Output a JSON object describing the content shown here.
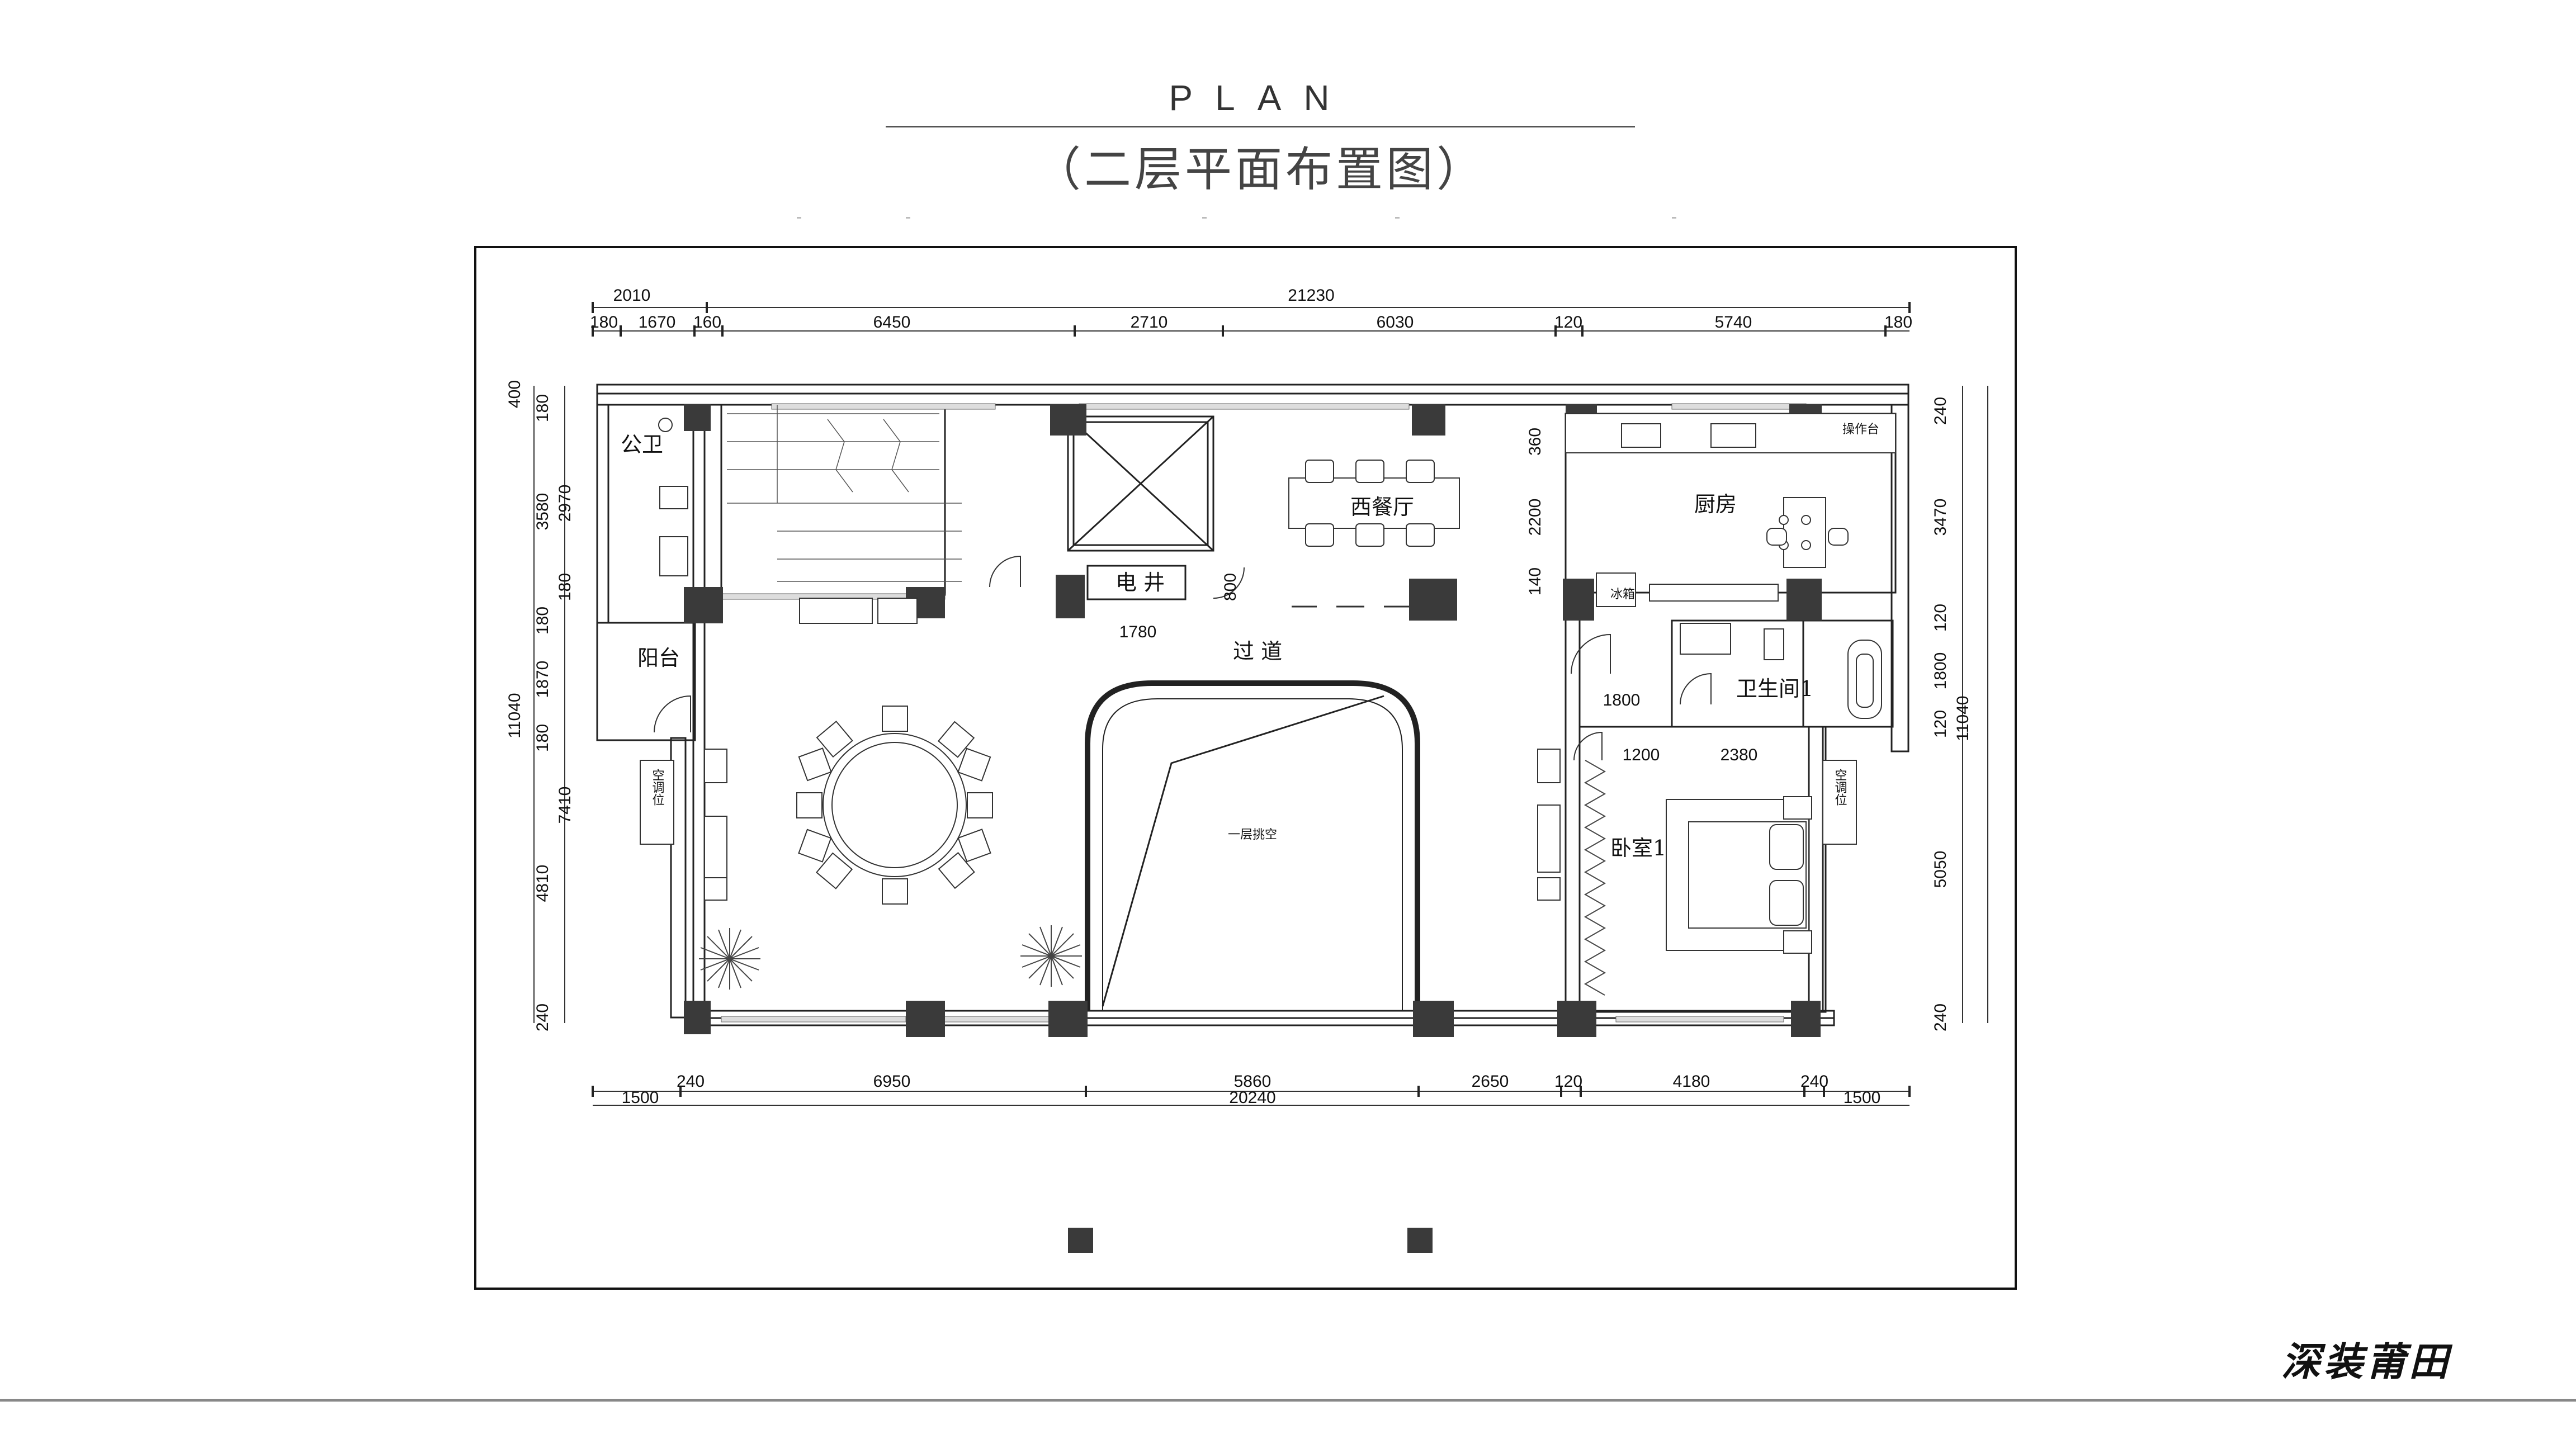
{
  "header": {
    "plan_label": "PLAN",
    "subtitle": "（二层平面布置图）"
  },
  "brand": "深装莆田",
  "rooms": {
    "public_wc": "公卫",
    "balcony": "阳台",
    "western_dining": "西餐厅",
    "kitchen": "厨房",
    "elec_shaft": "电 井",
    "corridor": "过 道",
    "bathroom1": "卫生间1",
    "bedroom1": "卧室1",
    "void": "一层挑空",
    "fridge": "冰箱",
    "counter": "操作台",
    "ac_left": "空调位",
    "ac_right": "空调位"
  },
  "dimensions": {
    "top_overall": "21230",
    "top_left_group": "2010",
    "top_row": [
      "180",
      "1670",
      "160",
      "6450",
      "2710",
      "6030",
      "120",
      "5740",
      "180"
    ],
    "left_col_outer": [
      "400",
      "3580",
      "11040"
    ],
    "left_col_inner": [
      "180",
      "2970",
      "180",
      "180",
      "1870",
      "180",
      "7410",
      "4810",
      "240"
    ],
    "right_col": [
      "240",
      "3470",
      "120",
      "1800",
      "120",
      "5050",
      "240"
    ],
    "right_overall": "11040",
    "bottom_row": [
      "240",
      "6950",
      "5860",
      "2650",
      "120",
      "4180",
      "240"
    ],
    "bottom_row2": [
      "1500",
      "20240",
      "1500"
    ],
    "inner": {
      "d360": "360",
      "d2200": "2200",
      "d140": "140",
      "d800": "800",
      "d1780": "1780",
      "d1800": "1800",
      "d1200": "1200",
      "d2380": "2380"
    }
  },
  "colors": {
    "column": "#3a3a3a",
    "wall": "#222222",
    "text": "#111111"
  }
}
